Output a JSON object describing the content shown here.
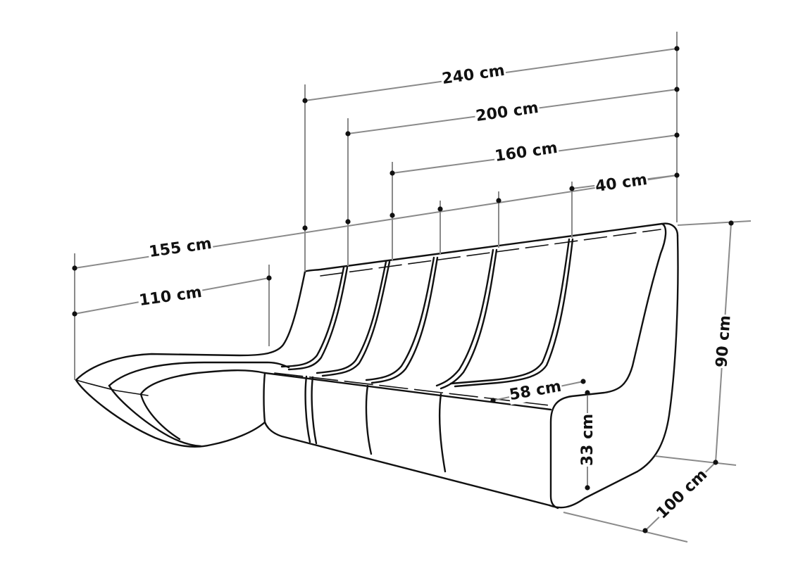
{
  "dimensions": {
    "total_width": "240 cm",
    "width_5_seat": "200 cm",
    "width_4_seat": "160 cm",
    "module_width": "40 cm",
    "chaise_depth": "155 cm",
    "chaise_inner": "110 cm",
    "seat_depth": "58 cm",
    "seat_height": "33 cm",
    "back_height": "90 cm",
    "depth": "100 cm"
  }
}
